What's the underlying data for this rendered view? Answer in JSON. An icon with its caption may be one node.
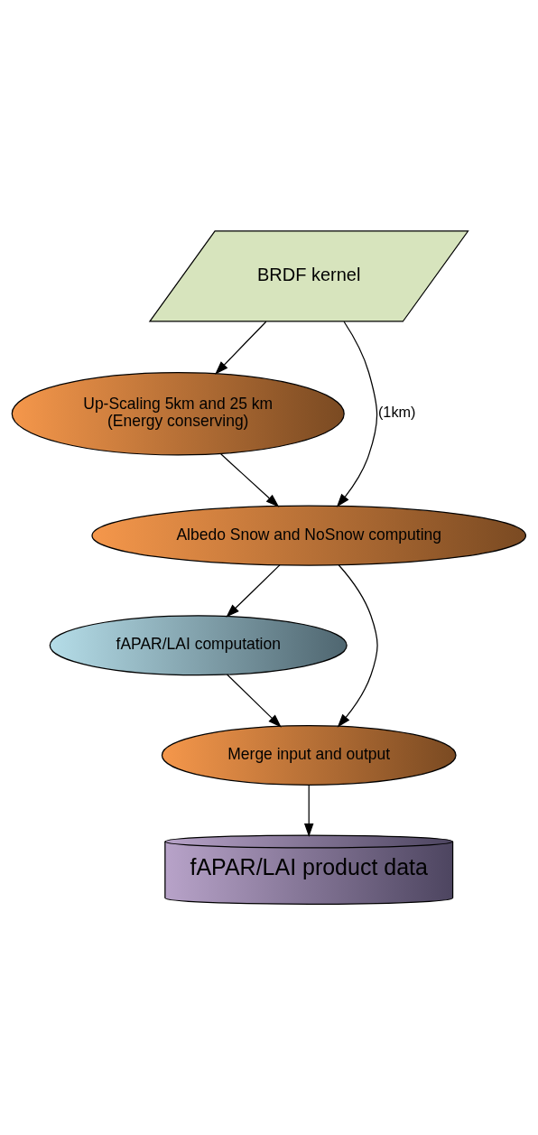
{
  "diagram": {
    "nodes": [
      {
        "text": [
          "BRDF kernel"
        ]
      },
      {
        "text": [
          "Up-Scaling 5km and 25 km",
          "(Energy conserving)"
        ]
      },
      {
        "text": [
          "Albedo Snow and NoSnow computing"
        ]
      },
      {
        "text": [
          "fAPAR/LAI computation"
        ]
      },
      {
        "text": [
          "Merge input and output"
        ]
      },
      {
        "text": [
          "fAPAR/LAI product data"
        ]
      }
    ],
    "edges": [
      {
        "from": 0,
        "to": 1,
        "arrow": "to"
      },
      {
        "from": 0,
        "to": 2,
        "arrow": "to",
        "label": "(1km)"
      },
      {
        "from": 1,
        "to": 2,
        "arrow": "to"
      },
      {
        "from": 2,
        "to": 3,
        "arrow": "to"
      },
      {
        "from": 2,
        "to": 4,
        "arrow": "to"
      },
      {
        "from": 3,
        "to": 4,
        "arrow": "to"
      },
      {
        "from": 4,
        "to": 5,
        "arrow": "to"
      }
    ]
  }
}
